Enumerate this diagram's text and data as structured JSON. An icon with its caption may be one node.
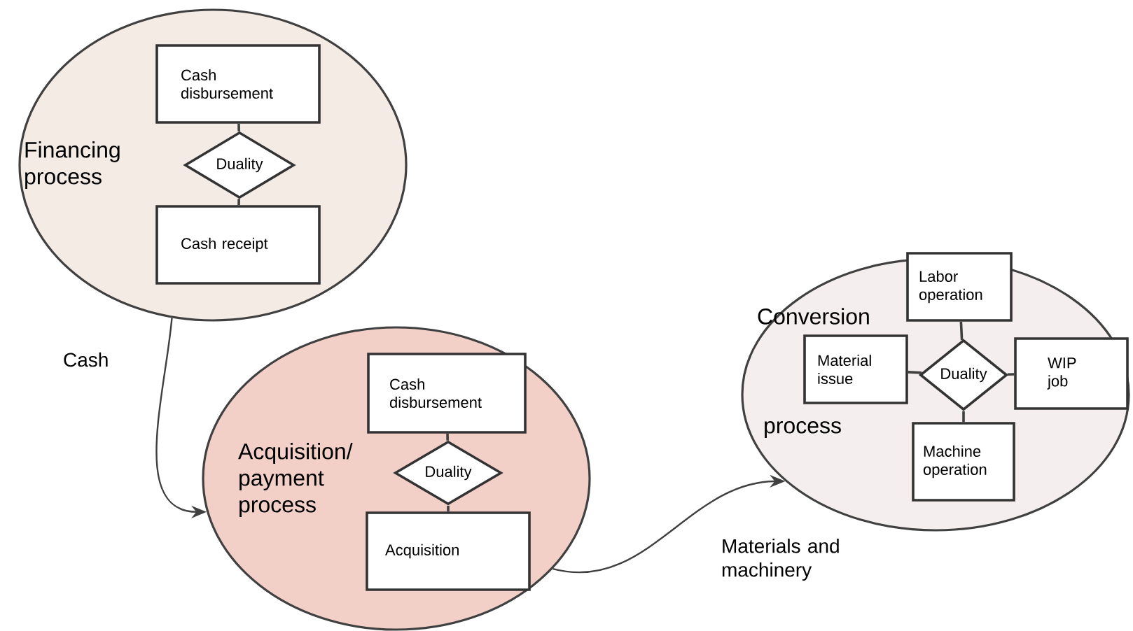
{
  "diagram": {
    "nodes": [
      {
        "text": [
          "Financing process"
        ]
      },
      {
        "text": [
          "Cash disbursement"
        ],
        "in": 0
      },
      {
        "text": [
          "Duality"
        ],
        "in": 0
      },
      {
        "text": [
          "Cash receipt"
        ],
        "in": 0
      },
      {
        "text": [
          "Acquisition/ payment process"
        ]
      },
      {
        "text": [
          "Cash disbursement"
        ],
        "in": 4
      },
      {
        "text": [
          "Duality"
        ],
        "in": 4
      },
      {
        "text": [
          "Acquisition"
        ],
        "in": 4
      },
      {
        "text": [
          "Conversion",
          "process"
        ]
      },
      {
        "text": [
          "Labor operation"
        ],
        "in": 8
      },
      {
        "text": [
          "Material issue"
        ],
        "in": 8
      },
      {
        "text": [
          "Duality"
        ],
        "in": 8
      },
      {
        "text": [
          "WIP job"
        ],
        "in": 8
      },
      {
        "text": [
          "Machine operation"
        ],
        "in": 8
      }
    ],
    "edges": [
      {
        "from": 1,
        "to": 2,
        "arrow": "none"
      },
      {
        "from": 2,
        "to": 3,
        "arrow": "none"
      },
      {
        "from": 5,
        "to": 6,
        "arrow": "none"
      },
      {
        "from": 6,
        "to": 7,
        "arrow": "none"
      },
      {
        "from": 9,
        "to": 11,
        "arrow": "none"
      },
      {
        "from": 10,
        "to": 11,
        "arrow": "none"
      },
      {
        "from": 11,
        "to": 12,
        "arrow": "none"
      },
      {
        "from": 11,
        "to": 13,
        "arrow": "none"
      },
      {
        "from": 0,
        "to": 4,
        "arrow": "to",
        "label": "Cash"
      },
      {
        "from": 4,
        "to": 8,
        "arrow": "to",
        "label": "Materials and machinery"
      }
    ]
  }
}
